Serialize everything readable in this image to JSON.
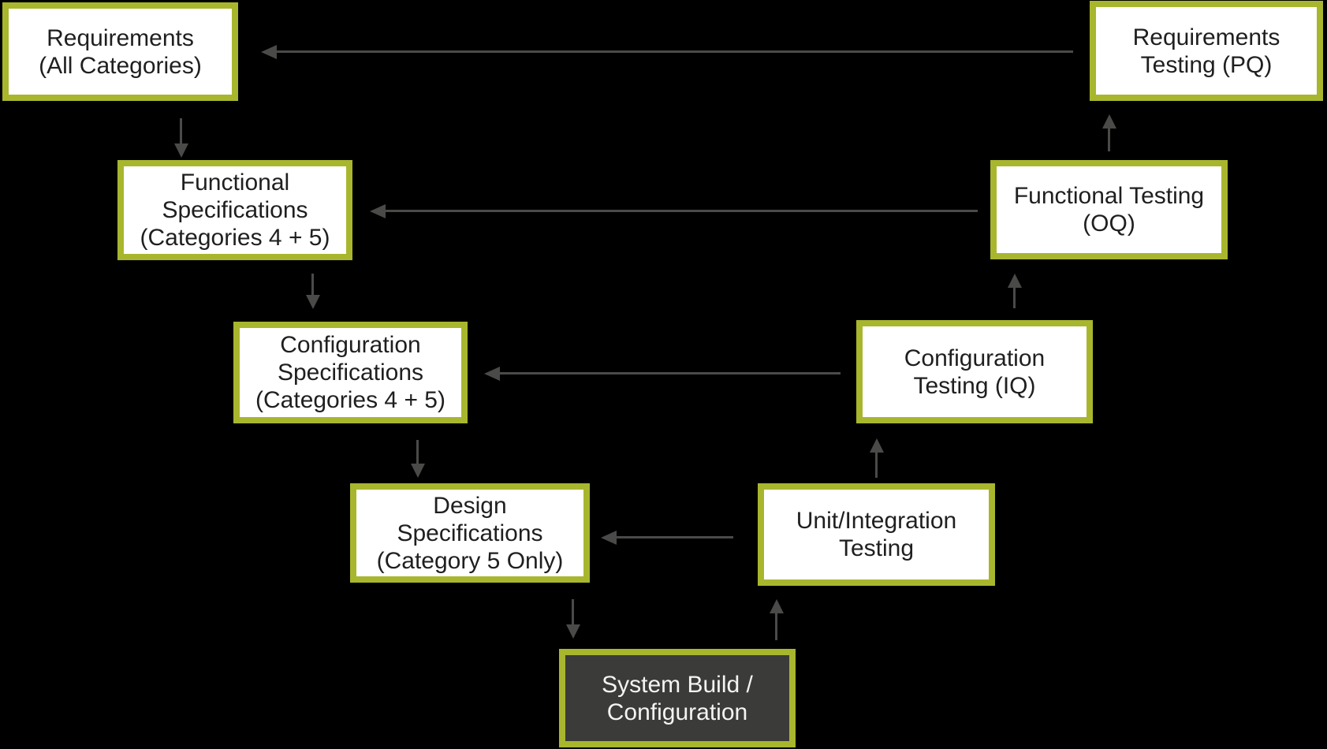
{
  "diagram": {
    "type": "v-model-flowchart",
    "nodes": {
      "requirements": {
        "lines": [
          "Requirements",
          "(All Categories)"
        ]
      },
      "functional_specs": {
        "lines": [
          "Functional",
          "Specifications",
          "(Categories 4 + 5)"
        ]
      },
      "config_specs": {
        "lines": [
          "Configuration",
          "Specifications",
          "(Categories 4 + 5)"
        ]
      },
      "design_specs": {
        "lines": [
          "Design",
          "Specifications",
          "(Category 5 Only)"
        ]
      },
      "system_build": {
        "lines": [
          "System Build /",
          "Configuration"
        ]
      },
      "unit_testing": {
        "lines": [
          "Unit/Integration",
          "Testing"
        ]
      },
      "config_testing": {
        "lines": [
          "Configuration",
          "Testing (IQ)"
        ]
      },
      "functional_testing": {
        "lines": [
          "Functional Testing",
          "(OQ)"
        ]
      },
      "requirements_testing": {
        "lines": [
          "Requirements",
          "Testing (PQ)"
        ]
      }
    },
    "edges": [
      {
        "from": "requirements",
        "to": "functional_specs",
        "type": "flow-down"
      },
      {
        "from": "functional_specs",
        "to": "config_specs",
        "type": "flow-down"
      },
      {
        "from": "config_specs",
        "to": "design_specs",
        "type": "flow-down"
      },
      {
        "from": "design_specs",
        "to": "system_build",
        "type": "flow-down"
      },
      {
        "from": "system_build",
        "to": "unit_testing",
        "type": "flow-up"
      },
      {
        "from": "unit_testing",
        "to": "config_testing",
        "type": "flow-up"
      },
      {
        "from": "config_testing",
        "to": "functional_testing",
        "type": "flow-up"
      },
      {
        "from": "functional_testing",
        "to": "requirements_testing",
        "type": "flow-up"
      },
      {
        "from": "unit_testing",
        "to": "design_specs",
        "type": "verifies"
      },
      {
        "from": "config_testing",
        "to": "config_specs",
        "type": "verifies"
      },
      {
        "from": "functional_testing",
        "to": "functional_specs",
        "type": "verifies"
      },
      {
        "from": "requirements_testing",
        "to": "requirements",
        "type": "verifies"
      }
    ],
    "colors": {
      "background": "#000000",
      "box_border": "#a8b62e",
      "box_fill": "#ffffff",
      "box_fill_dark": "#3b3b3a",
      "text_dark": "#1f1f1f",
      "text_light": "#f4f4f2",
      "arrow": "#4a4a48"
    }
  }
}
